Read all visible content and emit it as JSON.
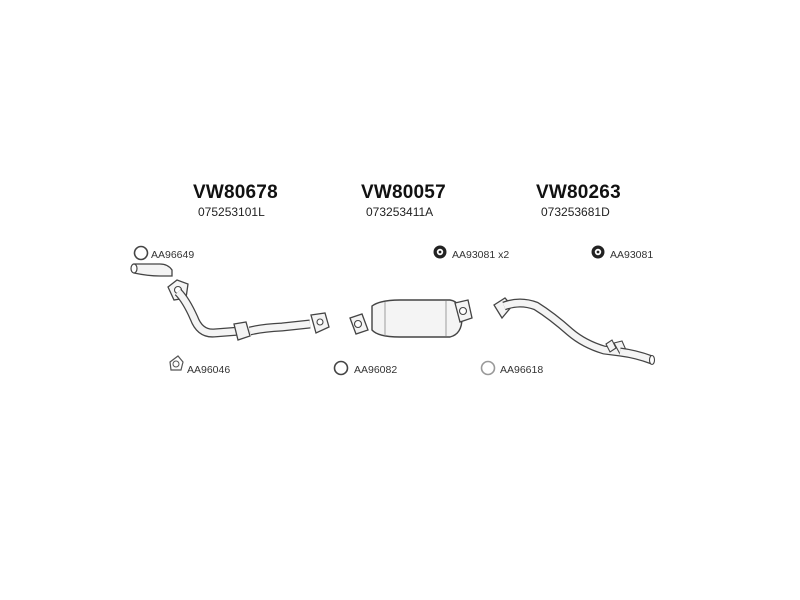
{
  "assemblies": [
    {
      "part_number": "VW80678",
      "oem_number": "075253101L"
    },
    {
      "part_number": "VW80057",
      "oem_number": "073253411A"
    },
    {
      "part_number": "VW80263",
      "oem_number": "073253681D"
    }
  ],
  "accessories": [
    {
      "code": "AA96649",
      "icon": "ring-clamp-icon"
    },
    {
      "code": "AA96046",
      "icon": "flange-gasket-icon"
    },
    {
      "code": "AA96082",
      "icon": "ring-gasket-icon"
    },
    {
      "code": "AA96618",
      "icon": "ring-seal-icon"
    },
    {
      "code": "AA93081 x2",
      "icon": "rubber-mount-icon"
    },
    {
      "code": "AA93081",
      "icon": "rubber-mount-icon"
    }
  ],
  "colors": {
    "line": "#444444",
    "fill": "#f4f4f4",
    "mount": "#222222"
  }
}
